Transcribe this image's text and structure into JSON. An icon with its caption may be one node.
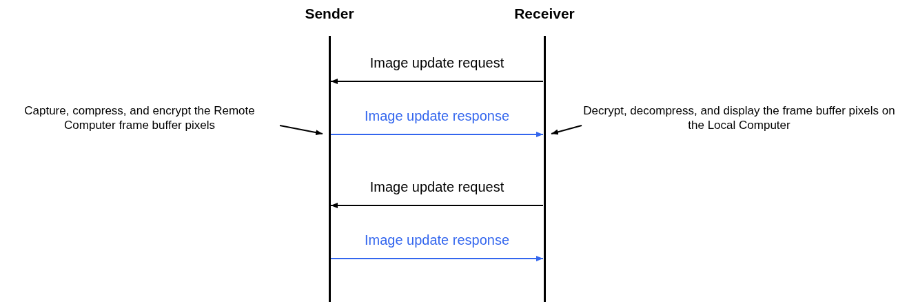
{
  "diagram": {
    "nodes": [
      {
        "text": [
          "Sender"
        ]
      },
      {
        "text": [
          "Receiver"
        ]
      },
      {
        "text": [
          "Capture, compress, and encrypt the Remote Computer frame buffer pixels"
        ]
      },
      {
        "text": [
          "Decrypt, decompress, and display the frame buffer pixels on the Local Computer"
        ]
      }
    ],
    "edges": [
      {
        "from": 1,
        "to": 0,
        "arrow": "to",
        "label": "Image update request"
      },
      {
        "from": 2,
        "to": 0,
        "arrow": "to"
      },
      {
        "from": 0,
        "to": 1,
        "arrow": "to",
        "label": "Image update response",
        "color": "#3366ee"
      },
      {
        "from": 3,
        "to": 1,
        "arrow": "to"
      },
      {
        "from": 1,
        "to": 0,
        "arrow": "to",
        "label": "Image update request"
      },
      {
        "from": 0,
        "to": 1,
        "arrow": "to",
        "label": "Image update response",
        "color": "#3366ee"
      }
    ]
  }
}
